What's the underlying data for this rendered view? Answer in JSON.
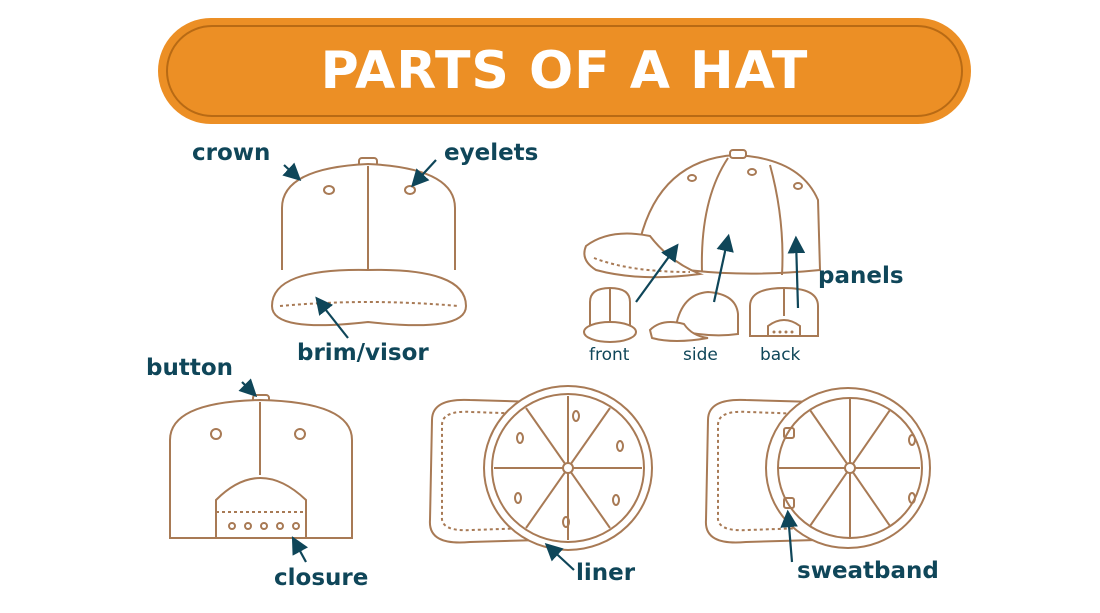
{
  "title": "PARTS OF A HAT",
  "labels": {
    "crown": "crown",
    "eyelets": "eyelets",
    "brim": "brim/visor",
    "panels": "panels",
    "front": "front",
    "side": "side",
    "back": "back",
    "button": "button",
    "closure": "closure",
    "liner": "liner",
    "sweatband": "sweatband"
  },
  "colors": {
    "banner": "#ec8f25",
    "banner_border": "#b86a14",
    "label": "#0f4659",
    "outline": "#a87a55"
  }
}
